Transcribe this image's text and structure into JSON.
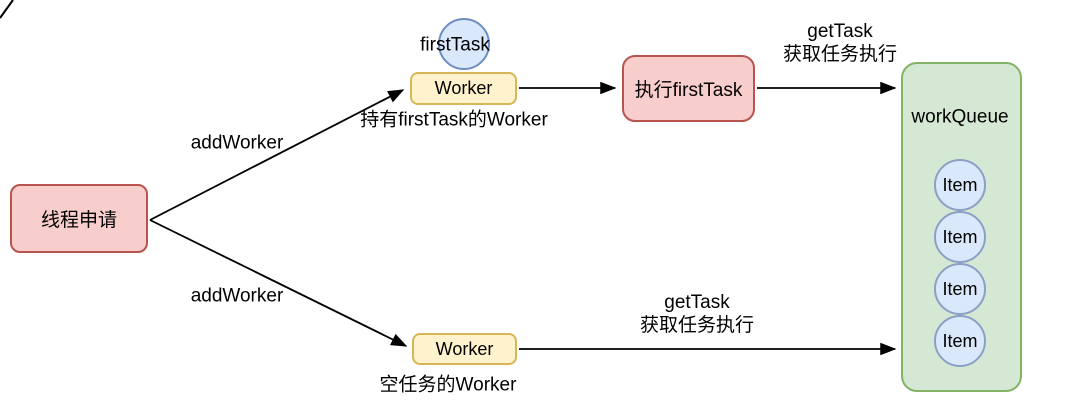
{
  "diagram": {
    "title_none": "",
    "colors": {
      "pink_fill": "#f8cecc",
      "pink_border": "#b85450",
      "yellow_fill": "#fff2cc",
      "yellow_border": "#d6b656",
      "blue_fill": "#dae8fc",
      "blue_border": "#6c8ebf",
      "item_border": "#8c9fc4",
      "green_fill": "#d5e8d4",
      "green_border": "#82b366",
      "connector": "#000000",
      "background": "#ffffff"
    },
    "nodes": {
      "thread_request": {
        "label": "线程申请"
      },
      "worker_top": {
        "label": "Worker",
        "caption": "持有firstTask的Worker"
      },
      "first_task": {
        "label": "firstTask"
      },
      "exec_first_task": {
        "label": "执行firstTask"
      },
      "worker_bottom": {
        "label": "Worker",
        "caption": "空任务的Worker"
      },
      "work_queue": {
        "label": "workQueue",
        "items": [
          "Item",
          "Item",
          "Item",
          "Item"
        ]
      }
    },
    "edges": {
      "add_worker_top": {
        "label": "addWorker"
      },
      "add_worker_bottom": {
        "label": "addWorker"
      },
      "get_task_top": {
        "line1": "getTask",
        "line2": "获取任务执行"
      },
      "get_task_bottom": {
        "line1": "getTask",
        "line2": "获取任务执行"
      }
    }
  }
}
